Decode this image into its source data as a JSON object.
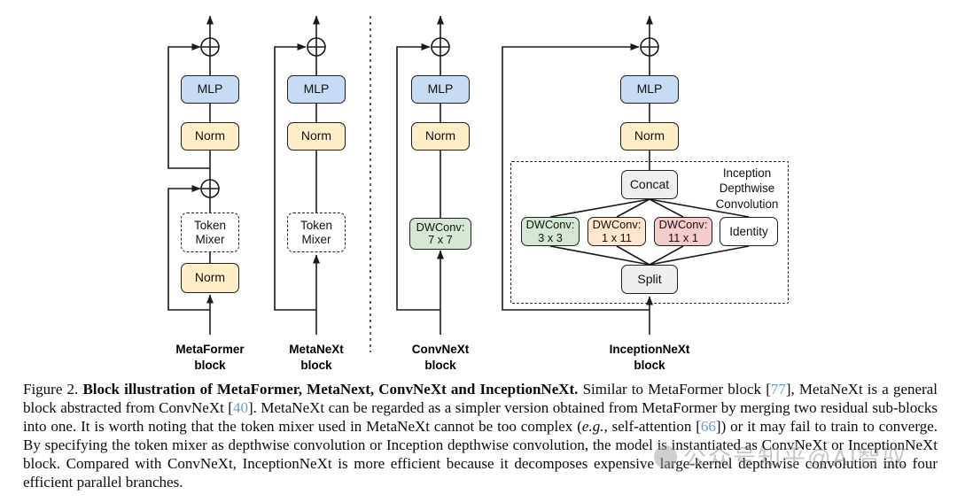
{
  "diagram": {
    "metaformer": {
      "label": "MetaFormer\nblock",
      "mlp": "MLP",
      "norm_top": "Norm",
      "token_mixer": "Token\nMixer",
      "norm_bottom": "Norm"
    },
    "metanext": {
      "label": "MetaNeXt\nblock",
      "mlp": "MLP",
      "norm": "Norm",
      "token_mixer": "Token\nMixer"
    },
    "convnext": {
      "label": "ConvNeXt\nblock",
      "mlp": "MLP",
      "norm": "Norm",
      "dwconv": "DWConv:\n7 x 7"
    },
    "inceptionnext": {
      "label": "InceptionNeXt\nblock",
      "mlp": "MLP",
      "norm": "Norm",
      "concat": "Concat",
      "split": "Split",
      "group_label": "Inception\nDepthwise\nConvolution",
      "branches": [
        {
          "label": "DWConv:\n3 x 3",
          "color": "green"
        },
        {
          "label": "DWConv:\n1 x 11",
          "color": "orange"
        },
        {
          "label": "DWConv:\n11 x 1",
          "color": "red"
        },
        {
          "label": "Identity",
          "color": "white"
        }
      ]
    }
  },
  "caption": {
    "fig_label": "Figure 2.",
    "bold_title": "Block illustration of MetaFormer, MetaNext, ConvNeXt and InceptionNeXt.",
    "seg1": "Similar to MetaFormer block [",
    "cite1": "77",
    "seg2": "], MetaNeXt is a general block abstracted from ConvNeXt [",
    "cite2": "40",
    "seg3": "]. MetaNeXt can be regarded as a simpler version obtained from MetaFormer by merging two residual sub-blocks into one. It is worth noting that the token mixer used in MetaNeXt cannot be too complex (",
    "eg": "e.g.",
    "seg4": ", self-attention [",
    "cite3": "66",
    "seg5": "]) or it may fail to train to converge. By specifying the token mixer as depthwise convolution or Inception depthwise convolution, the model is instantiated as ConvNeXt or InceptionNeXt block. Compared with ConvNeXt, InceptionNeXt is more efficient because it decomposes expensive large-kernel depthwise convolution into four efficient parallel branches."
  },
  "watermark": {
    "text": "公众号知乎@AI智驭"
  },
  "colors": {
    "box_blue": "#c5dcf4",
    "box_yellow": "#ffefc9",
    "box_green": "#d5e8d4",
    "box_orange": "#ffe6cc",
    "box_red": "#f4cccc",
    "box_gray": "#efefef",
    "line": "#1a1a1a",
    "cite_blue": "#6c9bd2"
  }
}
